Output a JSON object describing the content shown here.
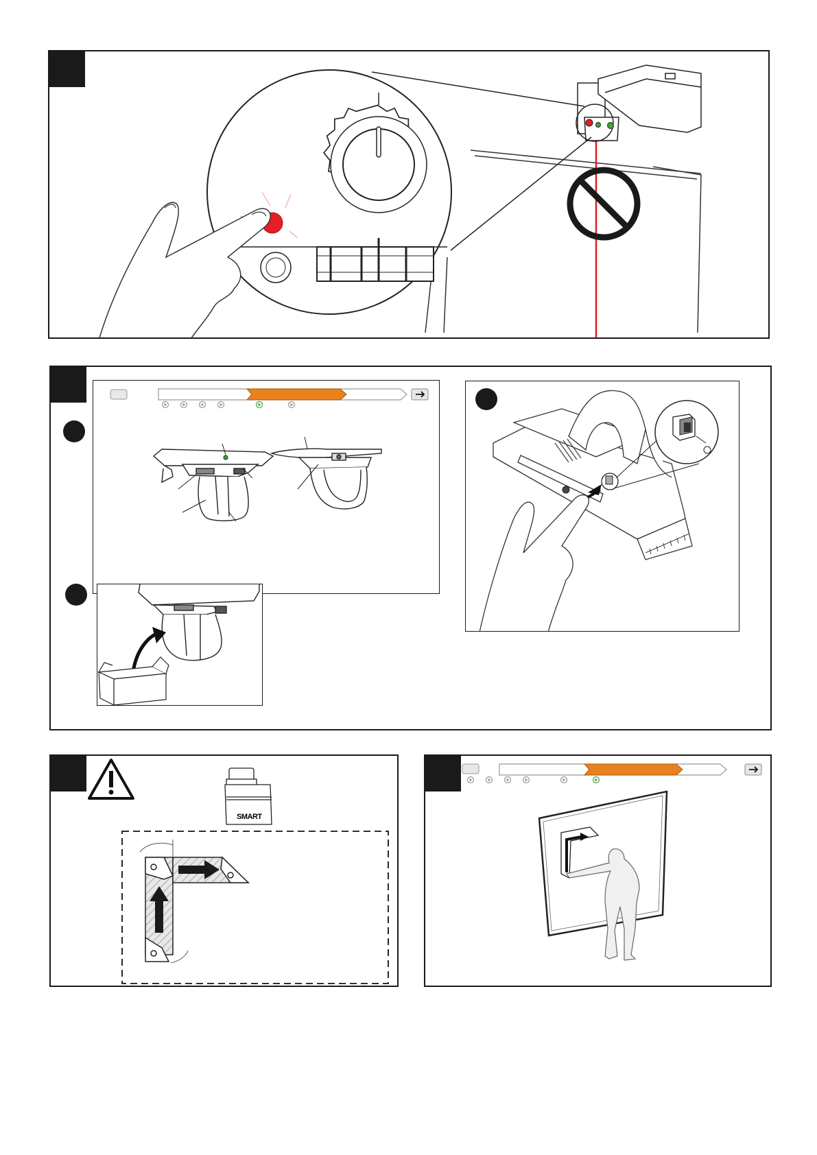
{
  "icons": {
    "step_marker": "black-square",
    "substep_marker": "black-circle",
    "warning": "warning-triangle-icon",
    "prohibited": "prohibited-circle-icon",
    "next": "arrow-right-icon"
  },
  "colors": {
    "progress_active": "#e8821e",
    "indicator_red": "#e41e26",
    "indicator_green": "#3aa935",
    "laser_line": "#d42027",
    "line_art": "#1a1a1a"
  },
  "progress_bars": [
    {
      "steps": 6,
      "active_step": 5,
      "current_marker": 5
    },
    {
      "steps": 6,
      "active_step": 5,
      "current_marker": 6
    }
  ],
  "carry_case": {
    "logo_text": "SMART"
  }
}
